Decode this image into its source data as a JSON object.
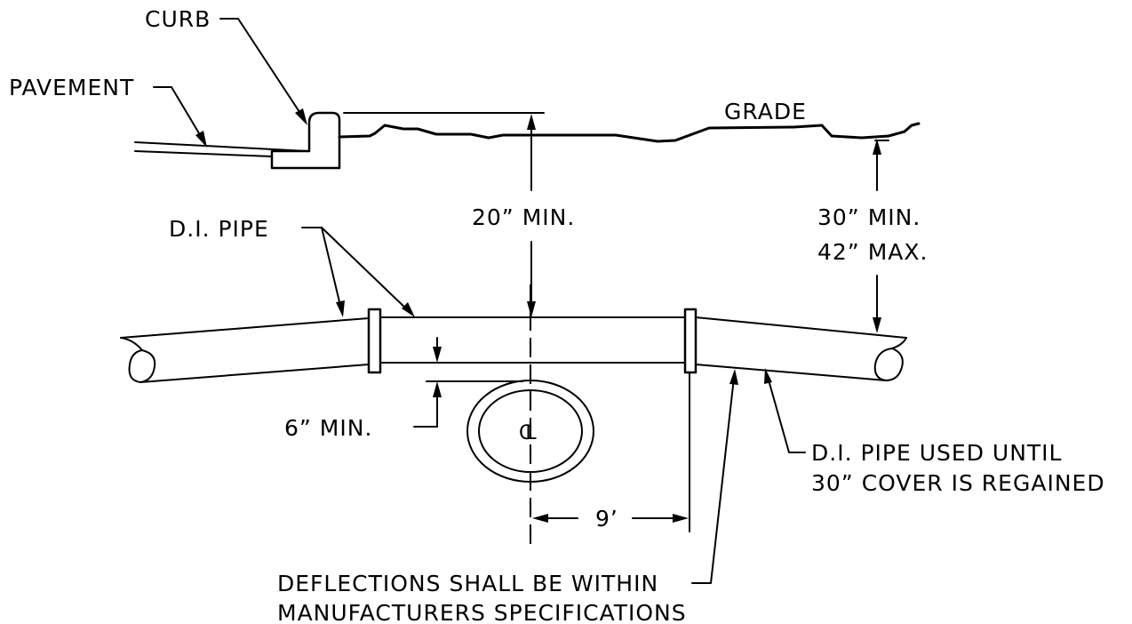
{
  "labels": {
    "curb": "CURB",
    "pavement": "PAVEMENT",
    "grade": "GRADE",
    "di_pipe": "D.I. PIPE",
    "cover_min_20": "20” MIN.",
    "cover_min_30": "30” MIN.",
    "cover_max_42": "42” MAX.",
    "clearance_min_6": "6” MIN.",
    "centerline": "CL",
    "distance_9ft": "9’",
    "di_pipe_until_line1": "D.I. PIPE USED UNTIL",
    "di_pipe_until_line2": "30” COVER IS REGAINED",
    "deflection_line1": "DEFLECTIONS SHALL BE WITHIN",
    "deflection_line2": "MANUFACTURERS SPECIFICATIONS"
  }
}
